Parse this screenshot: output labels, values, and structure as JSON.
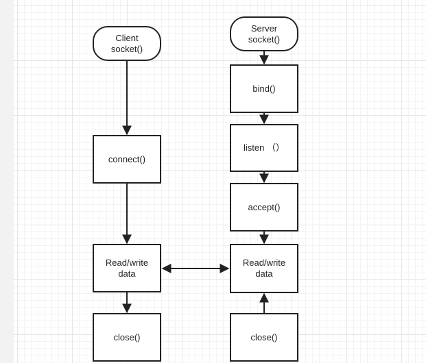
{
  "client": {
    "start": "Client\nsocket()",
    "connect": "connect()",
    "rw": "Read/write\ndata",
    "close": "close()"
  },
  "server": {
    "start": "Server\nsocket()",
    "bind": "bind()",
    "listen": "listen （）",
    "accept": "accept()",
    "rw": "Read/write\ndata",
    "close": "close()"
  },
  "colors": {
    "stroke": "#222222",
    "grid": "#e6e6e6",
    "gutter": "#f2f2f2"
  }
}
